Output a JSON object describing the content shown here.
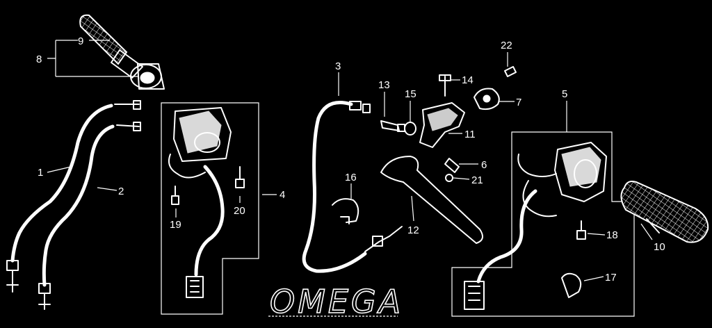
{
  "diagram": {
    "callouts": [
      "1",
      "2",
      "3",
      "4",
      "5",
      "6",
      "7",
      "8",
      "9",
      "10",
      "11",
      "12",
      "13",
      "14",
      "15",
      "16",
      "17",
      "18",
      "19",
      "20",
      "21",
      "22"
    ],
    "watermark": "OMEGA",
    "colors": {
      "background": "#000000",
      "ink": "#ffffff"
    }
  }
}
